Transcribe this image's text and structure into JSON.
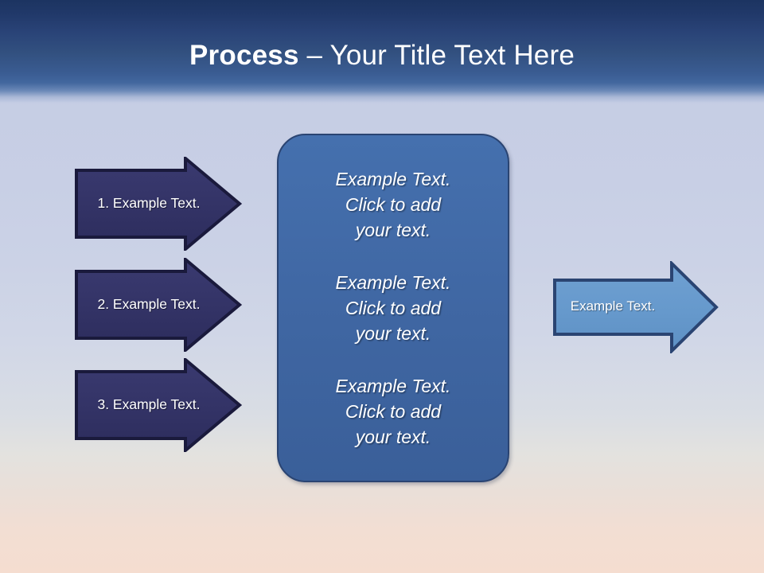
{
  "slide": {
    "title": {
      "bold_part": "Process",
      "rest_part": " – Your Title Text Here"
    },
    "colors": {
      "header_top": "#1C3461",
      "header_bottom": "#42679E",
      "background_top": "#C4CCE3",
      "background_bottom": "#F5DDD0",
      "left_arrow_fill": "#333366",
      "left_arrow_border": "#1A1A3C",
      "center_box_fill": "#3F66A5",
      "center_box_border": "#2A4472",
      "right_arrow_fill": "#6699CC",
      "right_arrow_border": "#2A4472",
      "text_on_shape": "#FFFFFF"
    },
    "left_arrows": [
      {
        "label": "1. Example Text."
      },
      {
        "label": "2. Example Text."
      },
      {
        "label": "3. Example Text."
      }
    ],
    "center_box": {
      "paragraphs": [
        {
          "line1": "Example Text.",
          "line2": "Click  to add",
          "line3": "your text."
        },
        {
          "line1": "Example Text.",
          "line2": "Click  to add",
          "line3": "your text."
        },
        {
          "line1": "Example Text.",
          "line2": "Click  to add",
          "line3": "your text."
        }
      ]
    },
    "right_arrow": {
      "label": "Example Text."
    }
  }
}
